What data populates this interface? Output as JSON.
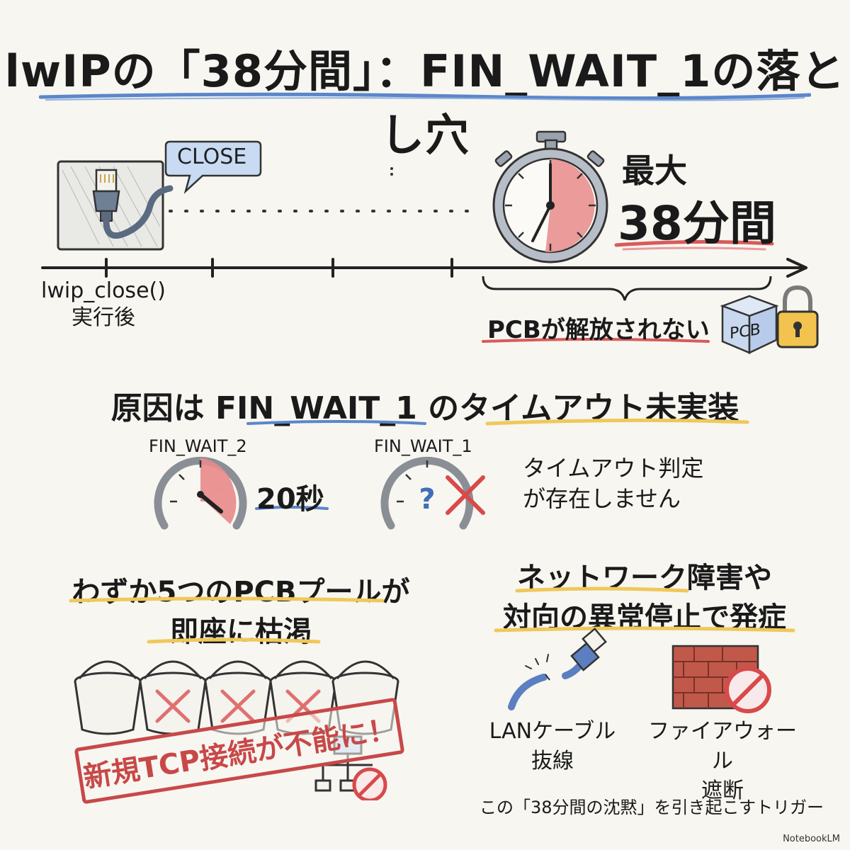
{
  "title": "lwIPの「38分間」：FIN_WAIT_1の落とし穴",
  "timeline": {
    "bubble_text": "CLOSE",
    "function_line1": "lwip_close()",
    "function_line2": "実行後",
    "max_label": "最大",
    "max_value": "38分間",
    "pcb_note": "PCBが解放されない",
    "pcb_box_label": "PCB"
  },
  "cause": {
    "heading": "原因は FIN_WAIT_1 のタイムアウト未実装",
    "gauge1_label": "FIN_WAIT_2",
    "gauge1_value": "20秒",
    "gauge2_label": "FIN_WAIT_1",
    "gauge2_symbol": "?",
    "note_line1": "タイムアウト判定",
    "note_line2": "が存在しません"
  },
  "pool": {
    "heading_line1": "わずか5つのPCBプールが",
    "heading_line2": "即座に枯渇",
    "bucket_count": 5,
    "stamp_text": "新規TCP接続が不能に！"
  },
  "triggers": {
    "heading_line1": "ネットワーク障害や",
    "heading_line2": "対向の異常停止で発症",
    "lan_line1": "LANケーブル",
    "lan_line2": "抜線",
    "fw_line1": "ファイアウォール",
    "fw_line2": "遮断",
    "note": "この「38分間の沈黙」を引き起こすトリガー"
  },
  "brand": "NotebookLM",
  "colors": {
    "accent_blue": "#5b86c9",
    "accent_red": "#d95a5a",
    "accent_yellow": "#f0c85a",
    "brick": "#c0594a"
  }
}
